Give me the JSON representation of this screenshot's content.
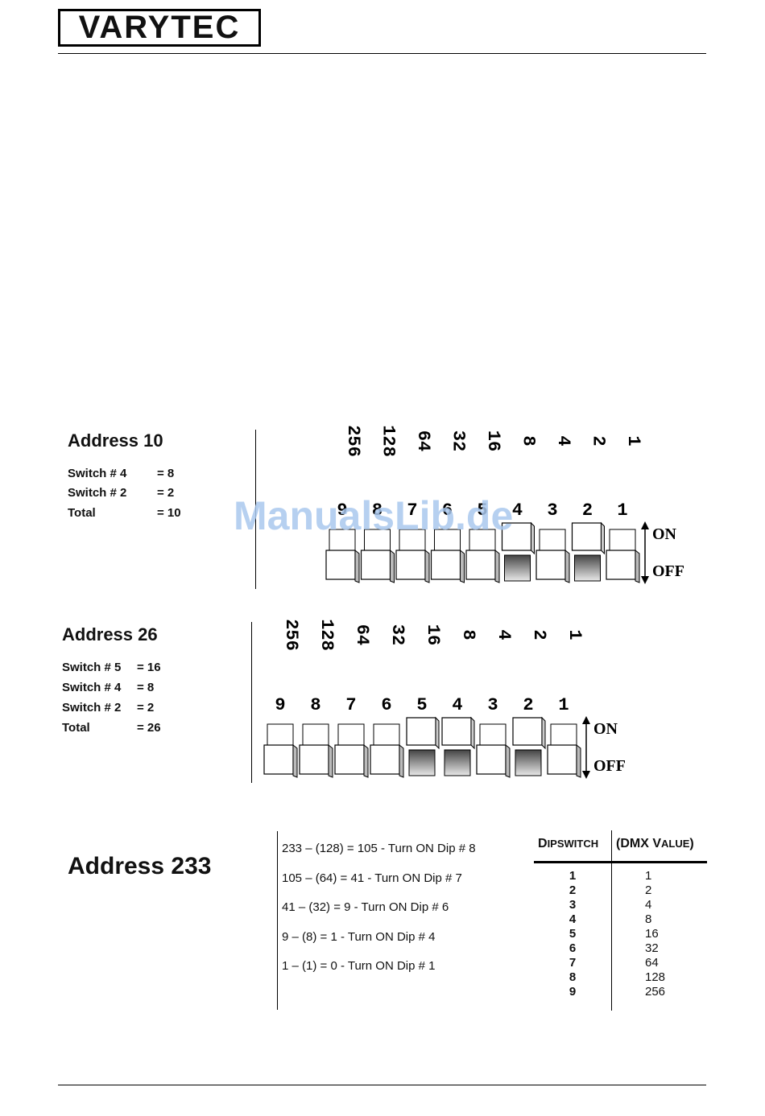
{
  "header": {
    "logo_text": "VARYTEC"
  },
  "address10": {
    "title": "Address 10",
    "lines": [
      {
        "label": "Switch # 4",
        "value": "= 8"
      },
      {
        "label": "Switch # 2",
        "value": "= 2"
      },
      {
        "label": "Total",
        "value": "= 10"
      }
    ],
    "values": [
      "256",
      "128",
      "64",
      "32",
      "16",
      "8",
      "4",
      "2",
      "1"
    ],
    "numbers": [
      "9",
      "8",
      "7",
      "6",
      "5",
      "4",
      "3",
      "2",
      "1"
    ],
    "on_state": [
      false,
      false,
      false,
      false,
      false,
      true,
      false,
      true,
      false
    ],
    "on_label": "ON",
    "off_label": "OFF"
  },
  "address26": {
    "title": "Address 26",
    "lines": [
      {
        "label": "Switch # 5",
        "value": "= 16"
      },
      {
        "label": "Switch # 4",
        "value": "= 8"
      },
      {
        "label": "Switch # 2",
        "value": "= 2"
      },
      {
        "label": "Total",
        "value": "= 26"
      }
    ],
    "values": [
      "256",
      "128",
      "64",
      "32",
      "16",
      "8",
      "4",
      "2",
      "1"
    ],
    "numbers": [
      "9",
      "8",
      "7",
      "6",
      "5",
      "4",
      "3",
      "2",
      "1"
    ],
    "on_state": [
      false,
      false,
      false,
      false,
      true,
      true,
      false,
      true,
      false
    ],
    "on_label": "ON",
    "off_label": "OFF"
  },
  "address233": {
    "title": "Address 233",
    "steps": [
      "233 – (128) = 105 - Turn ON Dip # 8",
      "105 – (64) = 41 - Turn ON Dip # 7",
      "41 – (32) = 9 - Turn ON Dip # 6",
      "9 – (8) = 1 - Turn ON Dip # 4",
      "1 – (1) = 0 - Turn ON Dip # 1"
    ],
    "table": {
      "col1_first": "D",
      "col1_rest": "IPSWITCH",
      "col2_a": "(DMX V",
      "col2_b": "ALUE",
      "col2_c": ")",
      "rows": [
        {
          "dip": "1",
          "value": "1"
        },
        {
          "dip": "2",
          "value": "2"
        },
        {
          "dip": "3",
          "value": "4"
        },
        {
          "dip": "4",
          "value": "8"
        },
        {
          "dip": "5",
          "value": "16"
        },
        {
          "dip": "6",
          "value": "32"
        },
        {
          "dip": "7",
          "value": "64"
        },
        {
          "dip": "8",
          "value": "128"
        },
        {
          "dip": "9",
          "value": "256"
        }
      ]
    }
  },
  "watermark": "ManualsLib.de"
}
